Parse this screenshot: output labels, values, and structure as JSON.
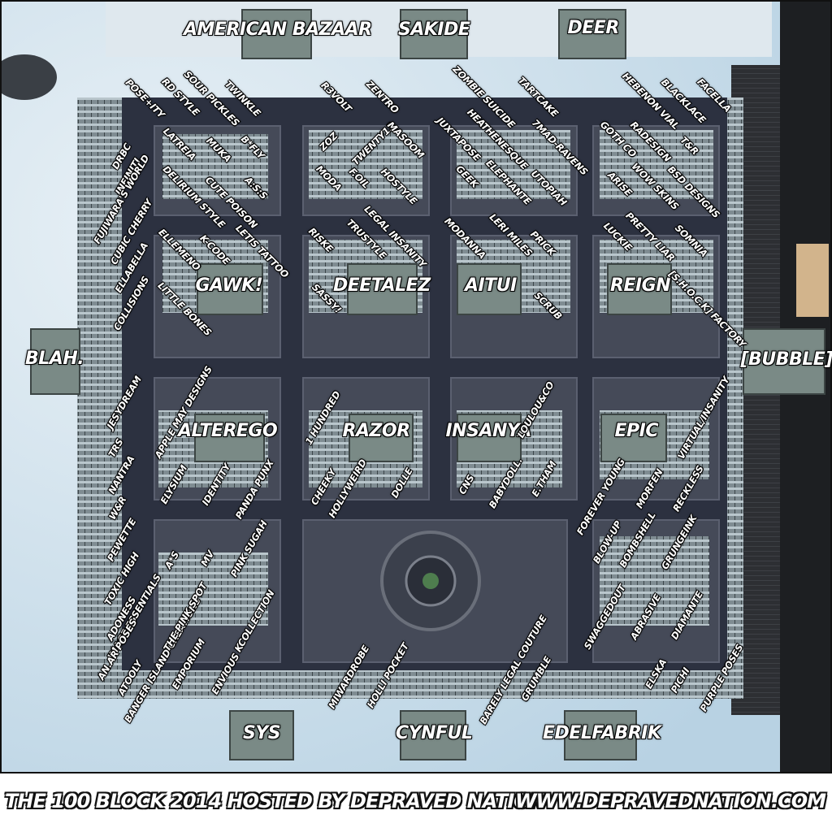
{
  "caption": "THE 100 BLOCK 2014 HOSTED BY DEPRAVED NATION",
  "website": "WWW.DEPRAVEDNATION.COM",
  "map": {
    "anchor_stores": [
      "AMERICAN BAZAAR",
      "SAKIDE",
      "DEER",
      "BLAH.",
      "[BUBBLE]",
      "GAWK!",
      "DEETALEZ",
      "AITUI",
      "REIGN",
      "ALTEREGO",
      "RAZOR",
      "INSANYA",
      "EPIC",
      "SYS",
      "CYNFUL",
      "EDELFABRIK"
    ],
    "stores": [
      "POSE+ITY",
      "RD STYLE",
      "SOUR PICKLES",
      "TWINKLE",
      "R3VOLT",
      "ZENTRO",
      "ZOMBIE SUICIDE",
      "TARTCAKE",
      "HEBENON VIAL",
      "BLACKLACE",
      "FACELLA",
      "DRBC",
      "INFINITI",
      "FUJIWARA'S WORLD",
      "CUBIC CHERRY",
      "ELLABELLA",
      "COLLISIONS",
      "LATREIA",
      "MUKA",
      "B*FLY",
      "A:S:S",
      "CUTE POISON",
      "DELIRIUM STYLE",
      "LETIS TATTOO",
      "K-CODE",
      "ELLEMENO",
      "LITTLE BONES",
      "ZOZ",
      "TWENTY13",
      "MASOOM",
      "MODA",
      "F.OIL",
      "HOSTYLE",
      "LEGAL INSANITY",
      "RISKE",
      "TRUSTYLE",
      "SASSY!",
      "JUXTAPOSE",
      "HEATHENESQUE",
      "7MAD-RAVENS",
      "GEEK",
      "ELEPHANTE",
      "UTOPIAH",
      "MODANNA",
      "LERI MILES",
      "PRICK",
      "SCRUB",
      "GOTH CO",
      "RADESIGN",
      "T&R",
      "ARISE",
      "WOW SKINS",
      "BSD DESIGNS",
      "LUCKIE",
      "PRETTY LIAR",
      "SOMNIA",
      "[S.H.O.C.K] FACTORY",
      "JESYDREAM",
      "TRS",
      "NANTRA",
      "W&R",
      "PEWETTE",
      "TOXIC HIGH",
      "ADONESS",
      "IMAGE ESSENTIALS",
      "AN.AR POSES",
      "ATOOLY",
      "BANGER ISLAND CREATIONS",
      "EMPORIUM",
      "ENVIOUS",
      "THE PINK SPOT",
      "KCOLLECTION",
      "APPLE MAY DESIGNS",
      "ELYSIUM",
      "IDENTITY",
      "PANDA PUNX",
      "A*S",
      "MV",
      "PINK SUGAH",
      "1 HUNDRED",
      "CHEEKY",
      "HOLLYWEIRD",
      "DOLLE",
      "LOULOU&CO",
      "CNS",
      "BABYDOLL.",
      "E.THAM",
      "VIRTUAL/INSANITY",
      "FOREVER YOUNG",
      "MORFEN",
      "RECKLESS",
      "BLOW-UP",
      "BOMBSHELL",
      "GRUNGEINK",
      "SWAGGEDOUT",
      "ABRASIVE",
      "DIAMANTE",
      "MIWARDROBE",
      "HOLLI POCKET",
      "BARELY LEGAL COUTURE",
      "GRUMBLE",
      "ELSKA",
      "PICHI",
      "PURPLE POSES"
    ]
  }
}
